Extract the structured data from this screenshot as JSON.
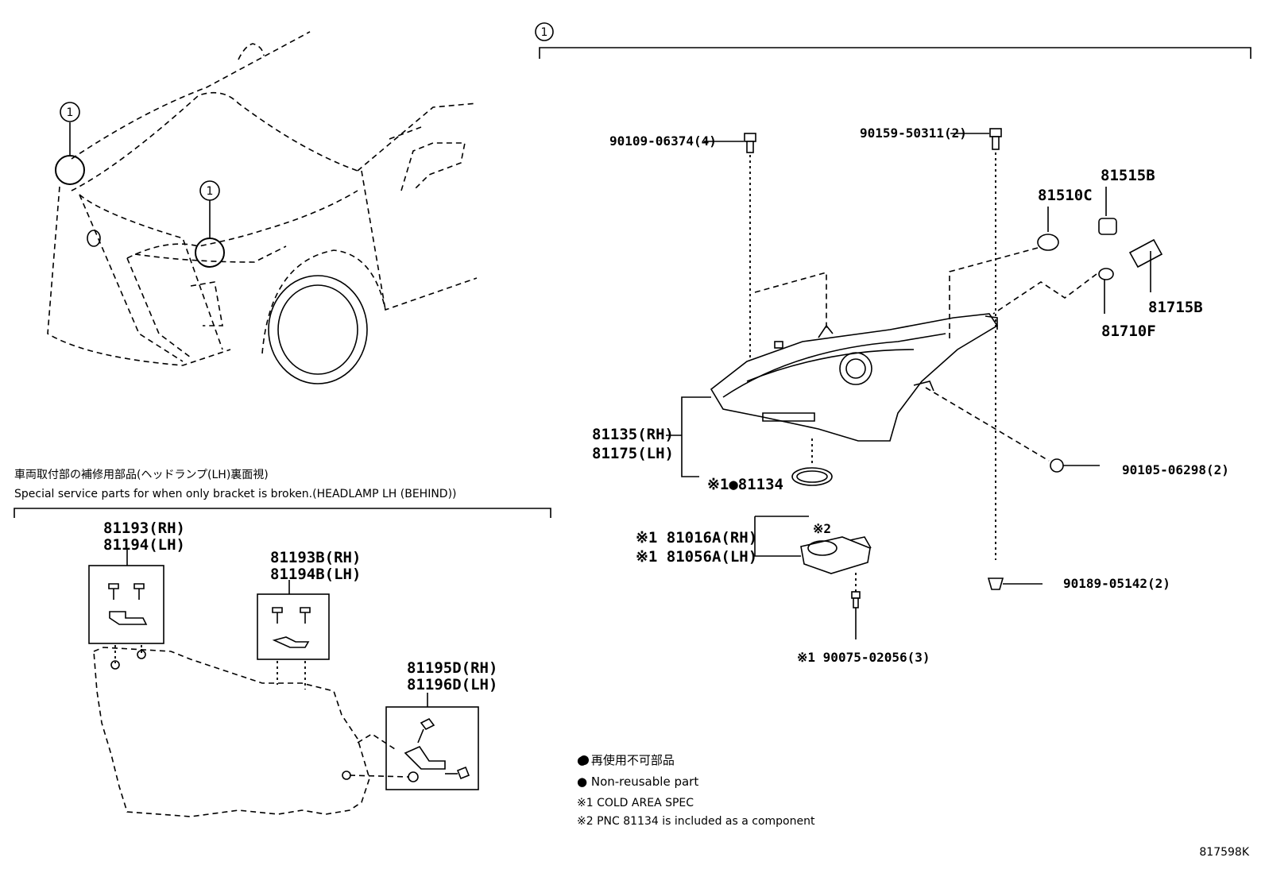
{
  "callout_marker": "1",
  "top_right_label": "1",
  "vehicle_callouts": [
    "1",
    "1"
  ],
  "section_title_jp": "車両取付部の補修用部品(ヘッドランプ(LH)裏面視)",
  "section_title_en": "Special service parts for when only bracket is broken.(HEADLAMP LH (BEHIND))",
  "parts": {
    "p90109": "90109-06374(4)",
    "p90159": "90159-50311(2)",
    "p81515B": "81515B",
    "p81510C": "81510C",
    "p81715B": "81715B",
    "p81710F": "81710F",
    "p81135": "81135(RH)",
    "p81175": "81175(LH)",
    "p81134": "※1●81134",
    "p90105": "90105-06298(2)",
    "p81016A": "※1 81016A(RH)",
    "p81056A": "※1 81056A(LH)",
    "note2": "※2",
    "p90189": "90189-05142(2)",
    "p90075": "※1 90075-02056(3)",
    "p81193": "81193(RH)",
    "p81194": "81194(LH)",
    "p81193B": "81193B(RH)",
    "p81194B": "81194B(LH)",
    "p81195D": "81195D(RH)",
    "p81196D": "81196D(LH)"
  },
  "legend": {
    "dot_jp": "● 再使用不可部品",
    "dot_en": "● Non-reusable part",
    "note1": "※1 COLD AREA SPEC",
    "note2": "※2 PNC 81134 is included as a component"
  },
  "figure_id": "817598K"
}
